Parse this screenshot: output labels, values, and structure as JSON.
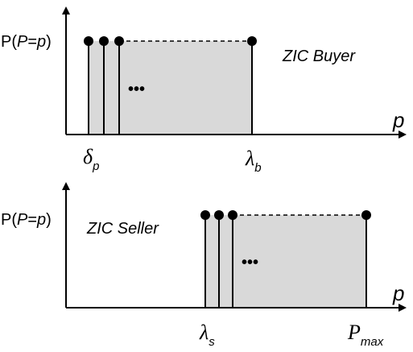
{
  "diagram": {
    "colors": {
      "shade": "#d9d9d9",
      "ink": "#000000"
    },
    "buyer_panel": {
      "y_axis_label_prefix": "P(",
      "y_axis_label_var": "P",
      "y_axis_label_eq": "=",
      "y_axis_label_val": "p",
      "y_axis_label_suffix": ")",
      "title": "ZIC Buyer",
      "x_axis_label": "p",
      "ellipsis": "•••",
      "left_bound_symbol": "δ",
      "left_bound_sub": "p",
      "right_bound_symbol": "λ",
      "right_bound_sub": "b"
    },
    "seller_panel": {
      "y_axis_label_prefix": "P(",
      "y_axis_label_var": "P",
      "y_axis_label_eq": "=",
      "y_axis_label_val": "p",
      "y_axis_label_suffix": ")",
      "title": "ZIC Seller",
      "x_axis_label": "p",
      "ellipsis": "•••",
      "left_bound_symbol": "λ",
      "left_bound_sub": "s",
      "right_bound_symbol": "P",
      "right_bound_sub": "max"
    }
  }
}
